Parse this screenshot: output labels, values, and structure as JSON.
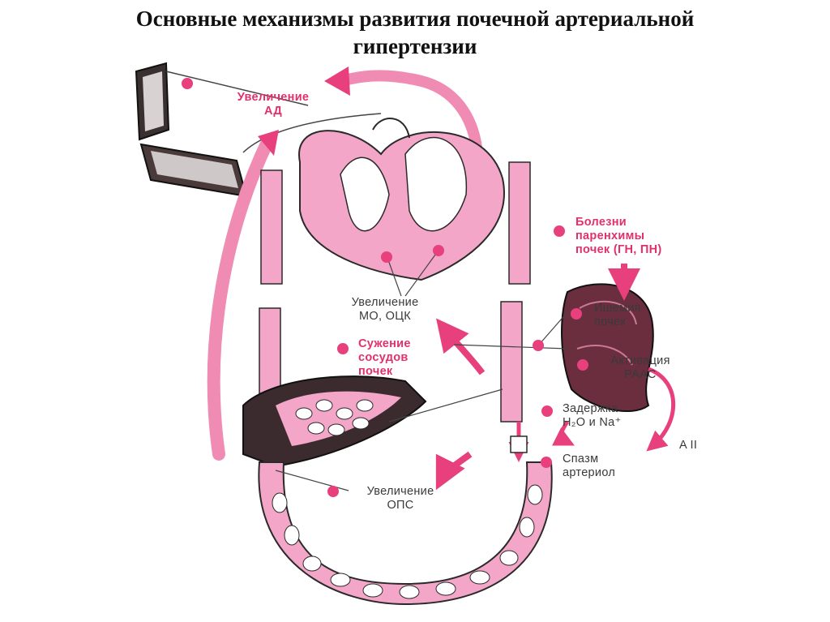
{
  "title": {
    "line1": "Основные механизмы развития почечной артериальной",
    "line2": "гипертензии"
  },
  "labels": {
    "bp_increase": [
      "Увеличение",
      "АД"
    ],
    "parenchyma_diseases": [
      "Болезни",
      "паренхимы",
      "почек (ГН, ПН)"
    ],
    "mo_occ_increase": [
      "Увеличение",
      "МО, ОЦК"
    ],
    "kidney_ischemia": [
      "Ишемия",
      "почек"
    ],
    "renal_vasoconstriction": [
      "Сужение",
      "сосудов",
      "почек"
    ],
    "raas_activation": [
      "Активация",
      "РААС"
    ],
    "water_na_retention": [
      "Задержка",
      "H₂O и Na⁺"
    ],
    "angiotensin": "A II",
    "arteriole_spasm": [
      "Спазм",
      "артериол"
    ],
    "ops_increase": [
      "Увеличение",
      "ОПС"
    ]
  },
  "colors": {
    "pink": "#f4a6c8",
    "pink_dark": "#e8407c",
    "label_pink": "#e0306e",
    "outline": "#2a2a2a",
    "kidney": "#6b2e3e"
  },
  "icons": [
    "sphygmomanometer-icon",
    "heart-icon",
    "lung-tissue-icon",
    "kidney-icon",
    "capillary-network-icon"
  ]
}
